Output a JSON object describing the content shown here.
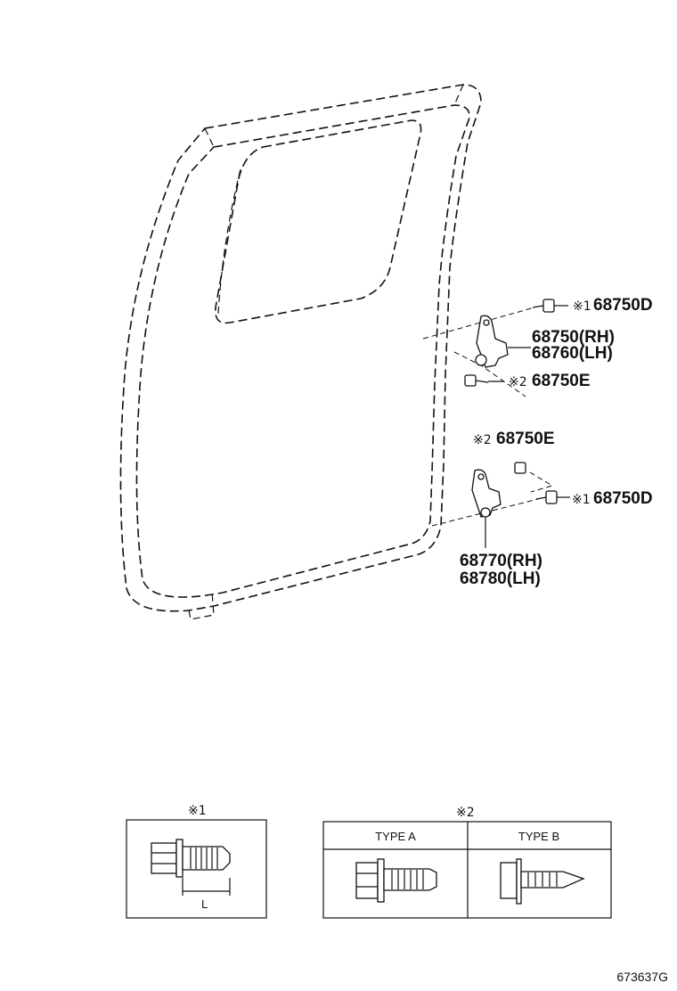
{
  "callouts": {
    "upper_bolt_d": "68750D",
    "upper_hinge_rh": "68750(RH)",
    "upper_hinge_lh": "68760(LH)",
    "upper_bolt_e": "68750E",
    "lower_bolt_e": "68750E",
    "lower_bolt_d": "68750D",
    "lower_hinge_rh": "68770(RH)",
    "lower_hinge_lh": "68780(LH)"
  },
  "marks": {
    "mark1": "※1",
    "mark2": "※2"
  },
  "legend_box1": {
    "title": "※1",
    "dimension_label": "L"
  },
  "legend_box2": {
    "title": "※2",
    "type_a": "TYPE A",
    "type_b": "TYPE B"
  },
  "diagram_code": "673637G"
}
